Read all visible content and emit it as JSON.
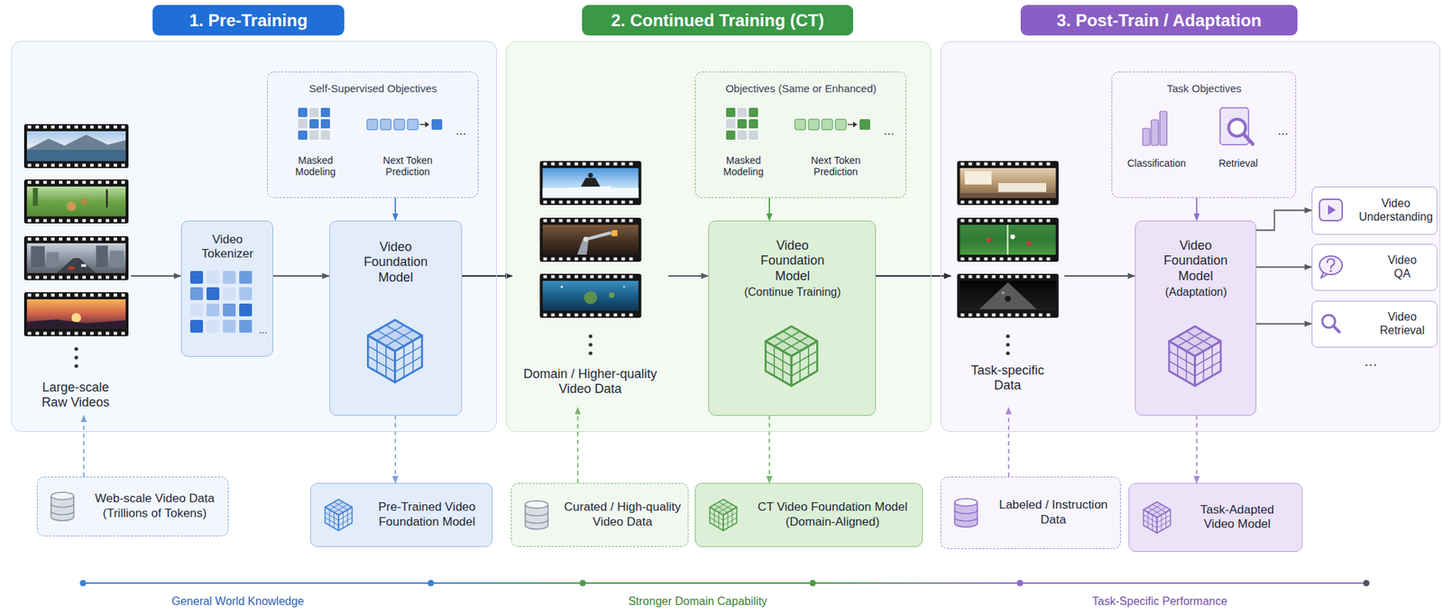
{
  "diagram": {
    "nodes": [
      {
        "text": [
          "1. Pre-Training"
        ]
      },
      {
        "text": [
          "Large-scale Raw Videos"
        ],
        "in": 0
      },
      {
        "text": [
          "Video Tokenizer",
          "..."
        ],
        "in": 0
      },
      {
        "text": [
          "Self-Supervised Objectives",
          "Masked Modeling",
          "Next Token Prediction",
          "..."
        ],
        "in": 0
      },
      {
        "text": [
          "Video Foundation Model"
        ],
        "in": 0
      },
      {
        "text": [
          "2. Continued Training (CT)"
        ]
      },
      {
        "text": [
          "Domain / Higher-quality Video Data"
        ],
        "in": 5
      },
      {
        "text": [
          "Objectives (Same or Enhanced)",
          "Masked Modeling",
          "Next Token Prediction",
          "..."
        ],
        "in": 5
      },
      {
        "text": [
          "Video Foundation Model",
          "(Continue Training)"
        ],
        "in": 5
      },
      {
        "text": [
          "3. Post-Train / Adaptation"
        ]
      },
      {
        "text": [
          "Task-specific Data"
        ],
        "in": 9
      },
      {
        "text": [
          "Task Objectives",
          "Classification",
          "Retrieval",
          "..."
        ],
        "in": 9
      },
      {
        "text": [
          "Video Foundation Model",
          "(Adaptation)"
        ],
        "in": 9
      },
      {
        "text": [
          "Video Understanding"
        ],
        "in": 9
      },
      {
        "text": [
          "Video QA"
        ],
        "in": 9
      },
      {
        "text": [
          "Video Retrieval"
        ],
        "in": 9
      },
      {
        "text": [
          "Web-scale Video Data (Trillions of Tokens)"
        ]
      },
      {
        "text": [
          "Pre-Trained Video Foundation Model"
        ]
      },
      {
        "text": [
          "Curated / High-quality Video Data"
        ]
      },
      {
        "text": [
          "CT Video Foundation Model (Domain-Aligned)"
        ]
      },
      {
        "text": [
          "Labeled / Instruction Data"
        ]
      },
      {
        "text": [
          "Task-Adapted Video Model"
        ]
      }
    ],
    "edges": [
      {
        "from": 1,
        "to": 2,
        "arrow": "to"
      },
      {
        "from": 2,
        "to": 4,
        "arrow": "to"
      },
      {
        "from": 3,
        "to": 4,
        "arrow": "to"
      },
      {
        "from": 4,
        "to": 17,
        "arrow": "to"
      },
      {
        "from": 16,
        "to": 1,
        "arrow": "to"
      },
      {
        "from": 4,
        "to": 6,
        "arrow": "to"
      },
      {
        "from": 6,
        "to": 8,
        "arrow": "to"
      },
      {
        "from": 7,
        "to": 8,
        "arrow": "to"
      },
      {
        "from": 8,
        "to": 19,
        "arrow": "to"
      },
      {
        "from": 18,
        "to": 6,
        "arrow": "to"
      },
      {
        "from": 8,
        "to": 10,
        "arrow": "to"
      },
      {
        "from": 10,
        "to": 12,
        "arrow": "to"
      },
      {
        "from": 11,
        "to": 12,
        "arrow": "to"
      },
      {
        "from": 12,
        "to": 21,
        "arrow": "to"
      },
      {
        "from": 20,
        "to": 10,
        "arrow": "to"
      },
      {
        "from": 12,
        "to": 13,
        "arrow": "to"
      },
      {
        "from": 12,
        "to": 14,
        "arrow": "to"
      },
      {
        "from": 12,
        "to": 15,
        "arrow": "to"
      }
    ],
    "labels": [
      "...",
      "General World Knowledge",
      "Stronger Domain Capability",
      "Task-Specific Performance"
    ]
  }
}
